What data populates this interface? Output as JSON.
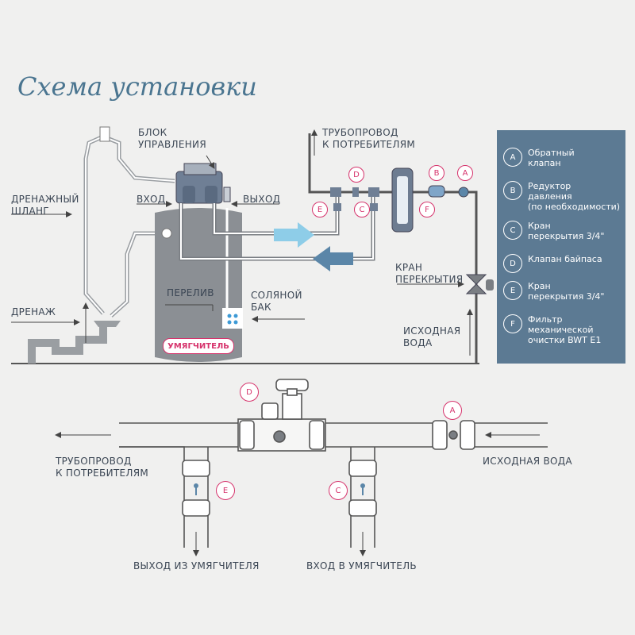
{
  "title": "Схема установки",
  "labels": {
    "control_unit": "БЛОК\nУПРАВЛЕНИЯ",
    "drain_hose": "ДРЕНАЖНЫЙ\nШЛАНГ",
    "inlet": "ВХОД",
    "outlet": "ВЫХОД",
    "overflow": "ПЕРЕЛИВ",
    "salt_tank": "СОЛЯНОЙ\nБАК",
    "drain": "ДРЕНАЖ",
    "pipeline_top": "ТРУБОПРОВОД\nК ПОТРЕБИТЕЛЯМ",
    "shutoff_valve": "КРАН\nПЕРЕКРЫТИЯ",
    "source_water_top": "ИСХОДНАЯ\nВОДА",
    "softener_badge": "УМЯГЧИТЕЛЬ",
    "pipeline_bottom": "ТРУБОПРОВОД\nК ПОТРЕБИТЕЛЯМ",
    "source_water_bottom": "ИСХОДНАЯ ВОДА",
    "softener_out": "ВЫХОД ИЗ УМЯГЧИТЕЛЯ",
    "softener_in": "ВХОД В УМЯГЧИТЕЛЬ"
  },
  "tags": {
    "a": "A",
    "b": "B",
    "c": "C",
    "d": "D",
    "e": "E",
    "f": "F"
  },
  "legend": [
    {
      "letter": "A",
      "text": "Обратный\nклапан"
    },
    {
      "letter": "B",
      "text": "Редуктор\nдавления\n(по необходимости)"
    },
    {
      "letter": "C",
      "text": "Кран\nперекрытия 3/4\""
    },
    {
      "letter": "D",
      "text": "Клапан байпаса"
    },
    {
      "letter": "E",
      "text": "Кран\nперекрытия 3/4\""
    },
    {
      "letter": "F",
      "text": "Фильтр\nмеханической\nочистки BWT E1"
    }
  ],
  "colors": {
    "accent": "#d6336c",
    "legend_bg": "#5c7a93",
    "title": "#4a7590",
    "hot_arrow": "#8ecde8",
    "cold_arrow": "#5b86a8"
  }
}
